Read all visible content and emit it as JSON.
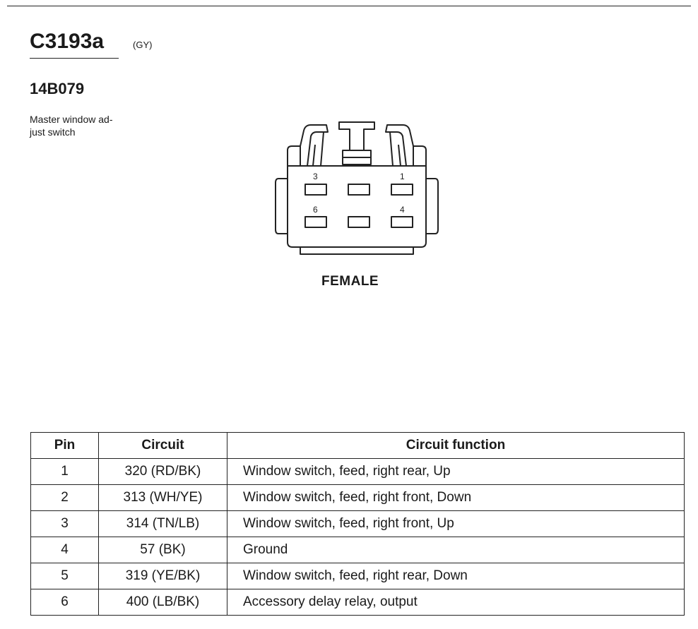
{
  "connector": {
    "id": "C3193a",
    "color_code": "(GY)",
    "part_number": "14B079",
    "description_line1": "Master window ad-",
    "description_line2": "just switch",
    "view": "FEMALE"
  },
  "diagram": {
    "pin_labels": [
      "3",
      "1",
      "6",
      "4"
    ]
  },
  "table": {
    "headers": [
      "Pin",
      "Circuit",
      "Circuit function"
    ],
    "rows": [
      {
        "pin": "1",
        "circuit": "320 (RD/BK)",
        "function": "Window switch, feed, right rear, Up"
      },
      {
        "pin": "2",
        "circuit": "313 (WH/YE)",
        "function": "Window switch, feed, right front, Down"
      },
      {
        "pin": "3",
        "circuit": "314 (TN/LB)",
        "function": "Window switch, feed, right front, Up"
      },
      {
        "pin": "4",
        "circuit": "57 (BK)",
        "function": "Ground"
      },
      {
        "pin": "5",
        "circuit": "319 (YE/BK)",
        "function": "Window switch, feed, right rear, Down"
      },
      {
        "pin": "6",
        "circuit": "400 (LB/BK)",
        "function": "Accessory delay relay, output"
      }
    ]
  }
}
